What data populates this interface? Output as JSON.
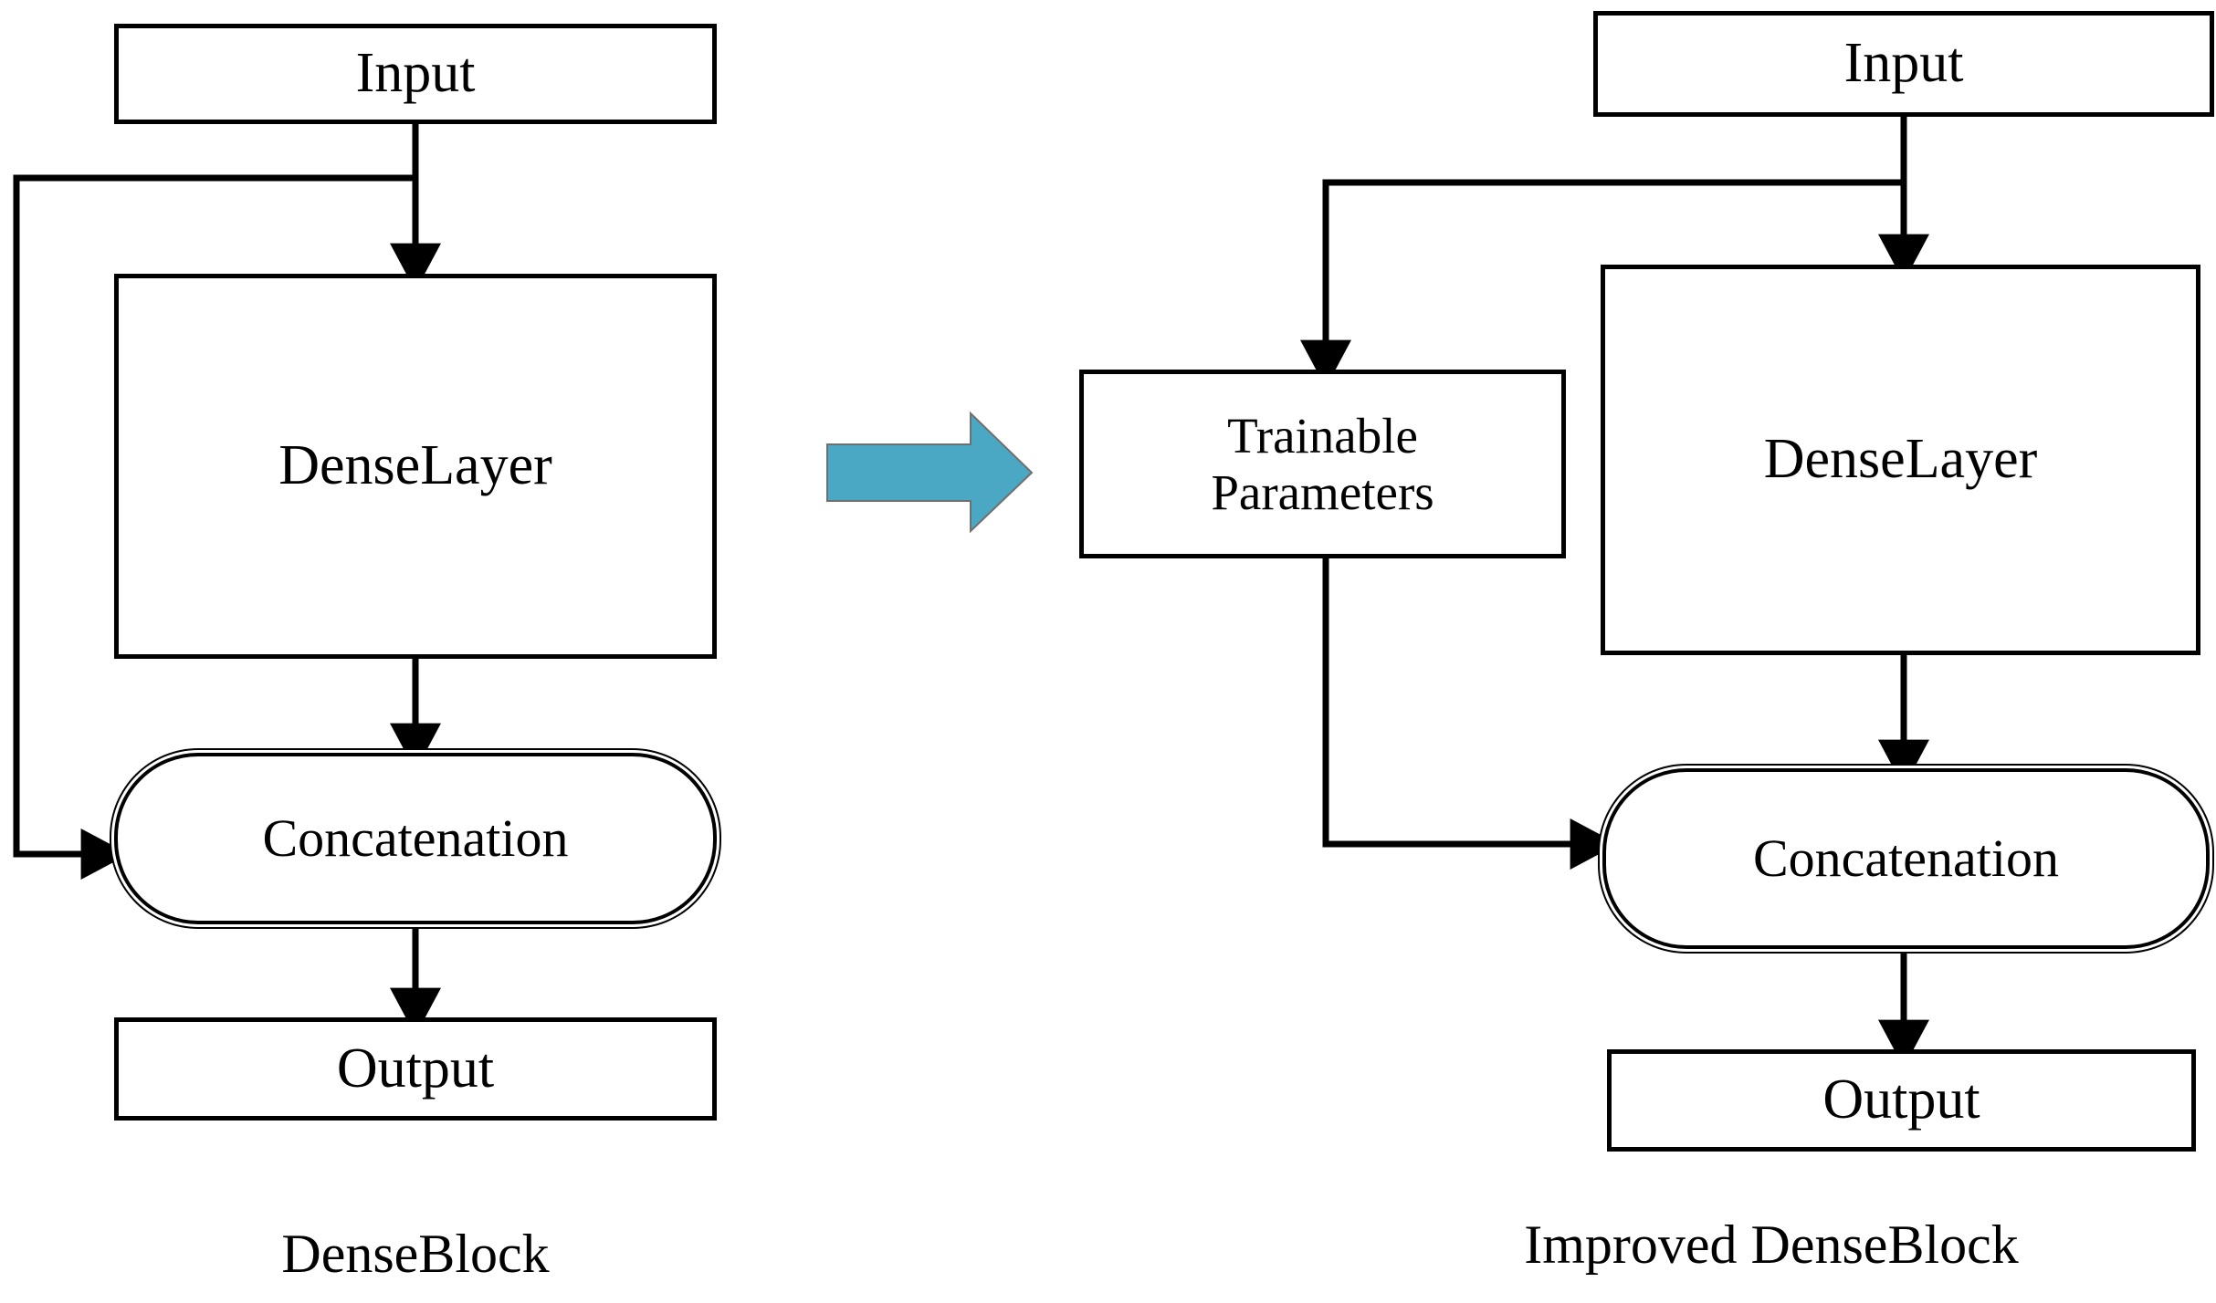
{
  "figure": {
    "background_color": "#ffffff",
    "stroke_color": "#000000",
    "transition_arrow_color": "#4ba8c4"
  },
  "left_panel": {
    "caption": "DenseBlock",
    "nodes": {
      "input": "Input",
      "dense_layer": "DenseLayer",
      "concatenation": "Concatenation",
      "output": "Output"
    }
  },
  "transition": {
    "icon": "thick-right-arrow-icon"
  },
  "right_panel": {
    "caption": "Improved DenseBlock",
    "nodes": {
      "input": "Input",
      "trainable_parameters": "Trainable\nParameters",
      "dense_layer": "DenseLayer",
      "concatenation": "Concatenation",
      "output": "Output"
    }
  }
}
